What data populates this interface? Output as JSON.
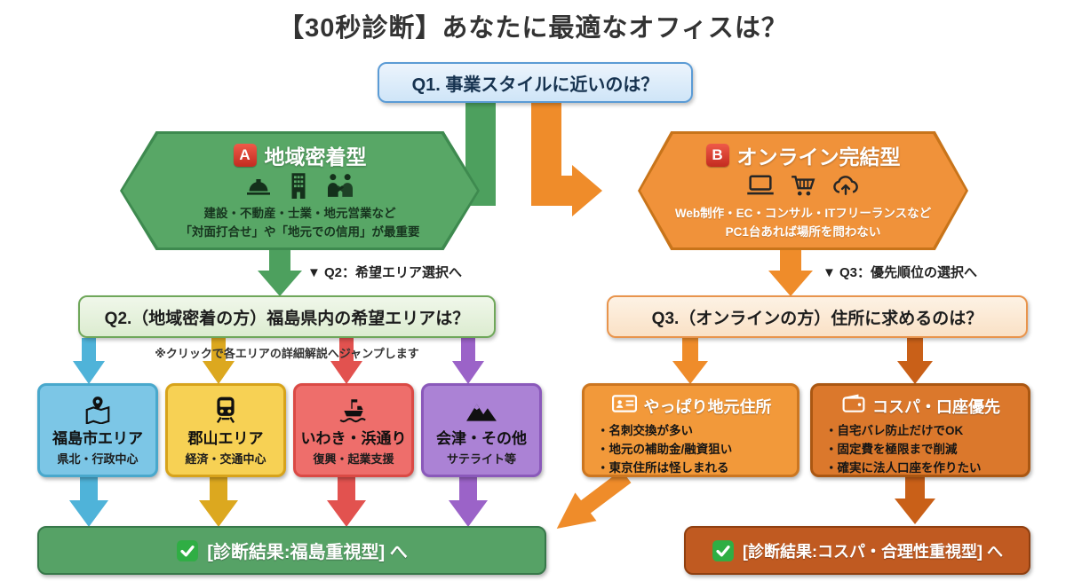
{
  "title": "【30秒診断】あなたに最適なオフィスは？",
  "q1": {
    "label": "Q1. 事業スタイルに近いのは？"
  },
  "branch_a": {
    "badge": "A",
    "title": "地域密着型",
    "icons": [
      "hard-hat-icon",
      "office-building-icon",
      "handshake-people-icon"
    ],
    "line1": "建設・不動産・士業・地元営業など",
    "line2": "「対面打合せ」や「地元での信用」が最重要"
  },
  "branch_b": {
    "badge": "B",
    "title": "オンライン完結型",
    "icons": [
      "laptop-icon",
      "cart-icon",
      "cloud-upload-icon"
    ],
    "line1": "Web制作・EC・コンサル・ITフリーランスなど",
    "line2": "PC1台あれば場所を問わない"
  },
  "jump_q2": "▼ Q2：希望エリア選択へ",
  "jump_q3": "▼ Q3：優先順位の選択へ",
  "q2": {
    "label": "Q2.（地域密着の方）福島県内の希望エリアは？",
    "note": "※クリックで各エリアの詳細解説へジャンプします"
  },
  "q3": {
    "label": "Q3.（オンラインの方）住所に求めるのは？"
  },
  "areas": [
    {
      "name": "福島市エリア",
      "desc": "県北・行政中心",
      "icon": "map-pin-icon"
    },
    {
      "name": "郡山エリア",
      "desc": "経済・交通中心",
      "icon": "train-icon"
    },
    {
      "name": "いわき・浜通り",
      "desc": "復興・起業支援",
      "icon": "ship-icon"
    },
    {
      "name": "会津・その他",
      "desc": "サテライト等",
      "icon": "mountains-icon"
    }
  ],
  "answers": [
    {
      "title": "やっぱり地元住所",
      "icon": "business-card-icon",
      "bullets": [
        "・名刺交換が多い",
        "・地元の補助金/融資狙い",
        "・東京住所は怪しまれる"
      ]
    },
    {
      "title": "コスパ・口座優先",
      "icon": "wallet-icon",
      "bullets": [
        "・自宅バレ防止だけでOK",
        "・固定費を極限まで削減",
        "・確実に法人口座を作りたい"
      ]
    }
  ],
  "results": [
    {
      "icon": "check-icon",
      "label": "[診断結果:福島重視型] へ"
    },
    {
      "icon": "check-icon",
      "label": "[診断結果:コスパ・合理性重視型] へ"
    }
  ],
  "colors": {
    "branch_a_green": "#58a766",
    "branch_b_orange": "#f0923a",
    "q1_blue_fill": "#d9eafa",
    "q1_blue_border": "#5b9bd5",
    "q2_green_fill": "#e2f0d8",
    "q3_orange_fill": "#fce8d2",
    "area_fukushima_blue": "#7cc6e6",
    "area_koriyama_yellow": "#f7d154",
    "area_iwaki_red": "#ee6e6b",
    "area_aizu_purple": "#ab82d5",
    "answer_local_orange": "#f2993a",
    "answer_cost_orange": "#db782c",
    "result_fukushima_green": "#56a266",
    "result_cost_orange": "#c05a21",
    "badge_red": "#e23b2e",
    "check_green": "#2fae44"
  }
}
